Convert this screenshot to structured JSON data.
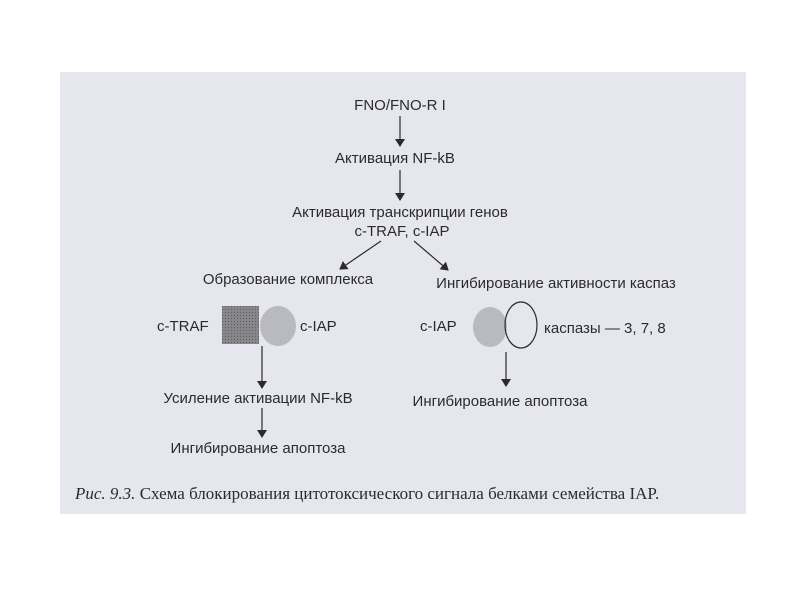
{
  "diagram": {
    "root": "FNO/FNO-R I",
    "step1": "Активация NF-kB",
    "step2_line1": "Активация транскрипции генов",
    "step2_line2": "c-TRAF, c-IAP",
    "left_branch": {
      "title": "Образование комплекса",
      "label_left": "c-TRAF",
      "label_right": "c-IAP",
      "result1": "Усиление активации NF-kB",
      "result2": "Ингибирование апоптоза"
    },
    "right_branch": {
      "title": "Ингибирование активности каспаз",
      "label_left": "c-IAP",
      "label_right": "каспазы — 3, 7, 8",
      "result": "Ингибирование апоптоза"
    }
  },
  "caption": {
    "prefix": "Рис. 9.3.",
    "text": " Схема блокирования цитотоксического сигнала белками семейства IAP."
  },
  "colors": {
    "page": "#e6e7ee",
    "ink": "#2b2b2e",
    "complex_square": "#77777c",
    "protein_circle": "#b9babf"
  }
}
